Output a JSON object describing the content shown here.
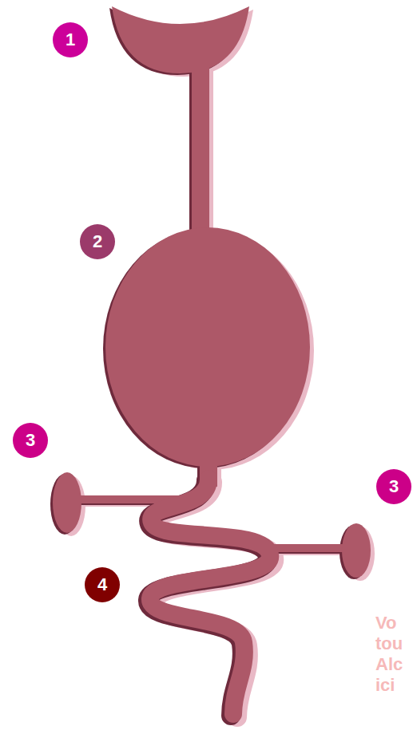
{
  "diagram": {
    "labels": [
      "1",
      "2",
      "3",
      "3",
      "4",
      "Vo tou Alc ici"
    ]
  }
}
